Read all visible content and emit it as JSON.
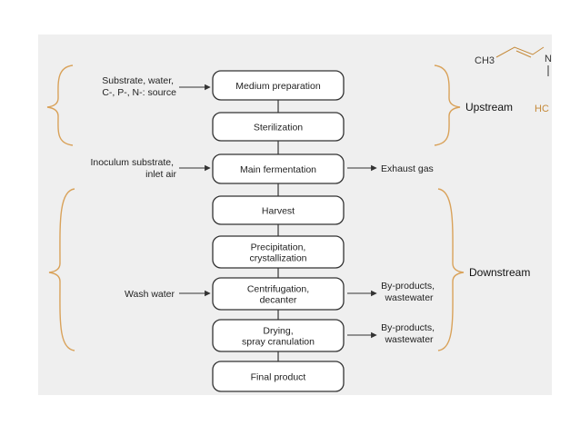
{
  "process_steps": [
    [
      "Medium preparation"
    ],
    [
      "Sterilization"
    ],
    [
      "Main fermentation"
    ],
    [
      "Harvest"
    ],
    [
      "Precipitation,",
      "crystallization"
    ],
    [
      "Centrifugation,",
      "decanter"
    ],
    [
      "Drying,",
      "spray cranulation"
    ],
    [
      "Final product"
    ]
  ],
  "inputs": {
    "medium": [
      "Substrate, water,",
      "C-, P-, N-: source"
    ],
    "fermentation": [
      "Inoculum substrate,",
      "inlet air"
    ],
    "centrifugation": [
      "Wash water"
    ]
  },
  "outputs": {
    "fermentation": [
      "Exhaust gas"
    ],
    "centrifugation": [
      "By-products,",
      "wastewater"
    ],
    "drying": [
      "By-products,",
      "wastewater"
    ]
  },
  "phases": {
    "upstream": "Upstream",
    "downstream": "Downstream"
  },
  "chem_fragment": {
    "ch3": "CH3",
    "n": "N",
    "hc": "HC"
  },
  "colors": {
    "brace": "#d9a25a",
    "panel": "#efefef",
    "box_stroke": "#333333"
  }
}
